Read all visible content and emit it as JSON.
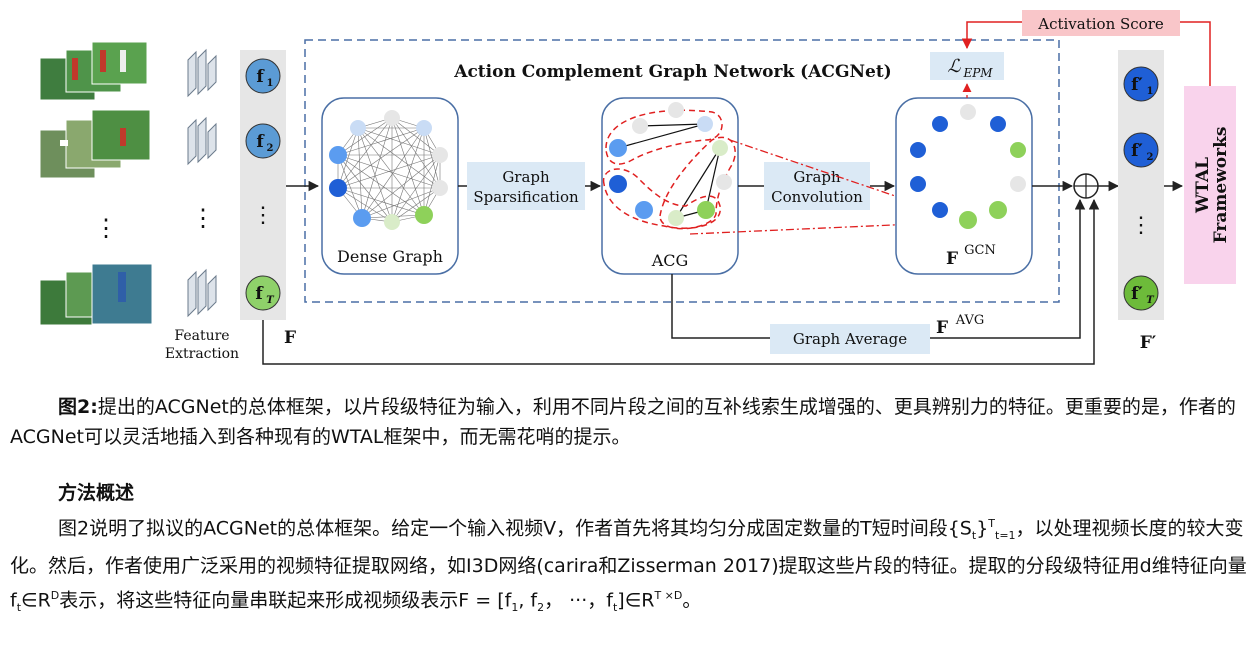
{
  "figure": {
    "title": "Action Complement Graph Network (ACGNet)",
    "feature_extraction": [
      "Feature",
      "Extraction"
    ],
    "features_in": [
      "f",
      "f",
      "⋮",
      "f"
    ],
    "features_in_subs": [
      "1",
      "2",
      "",
      "T"
    ],
    "f_label": "F",
    "dense_graph": "Dense Graph",
    "graph_sparsification": [
      "Graph",
      "Sparsification"
    ],
    "acg": "ACG",
    "graph_convolution": [
      "Graph",
      "Convolution"
    ],
    "fgcn_base": "F",
    "fgcn_sup": "GCN",
    "loss_base": "ℒ",
    "loss_sub": "EPM",
    "activation_score": "Activation Score",
    "graph_average": "Graph Average",
    "favg_base": "F",
    "favg_sup": "AVG",
    "features_out": [
      "f′",
      "f′",
      "⋮",
      "f′"
    ],
    "features_out_subs": [
      "1",
      "2",
      "",
      "T"
    ],
    "f_prime_label": "F′",
    "wtal": [
      "WTAL",
      "Frameworks"
    ],
    "colors": {
      "feature_blue": "#5b9bd5",
      "feature_green": "#8fd16a",
      "sparsify_box": "#dbe9f5",
      "activation_box": "#f9c6c9",
      "wtal_box": "#f9d3ec",
      "dash_red": "#e02020",
      "frame_dash": "#4a6fa5",
      "node_dark_blue": "#1f5fd6",
      "node_blue": "#5b9cf0",
      "node_green": "#8ed15a",
      "node_grey": "#e6e6e6"
    }
  },
  "caption": {
    "label": "图2:",
    "text": "提出的ACGNet的总体框架，以片段级特征为输入，利用不同片段之间的互补线索生成增强的、更具辨别力的特征。更重要的是，作者的ACGNet可以灵活地插入到各种现有的WTAL框架中，而无需花哨的提示。"
  },
  "section": {
    "heading": "方法概述",
    "p1_a": "图2说明了拟议的ACGNet的总体框架。给定一个输入视频V，作者首先将其均匀分成固定数量的T短时间段{S",
    "p1_sub": "t",
    "p1_b": "}",
    "p1_sup": "T",
    "p1_sub2": "t=1",
    "p1_c": "，以处理视频长度的较大变化。然后，作者使用广泛采用的视频特征提取网络，如I3D网络(carira和Zisserman 2017)提取这些片段的特征。提取的分段级特征用d维特征向量f",
    "p1_sub3": "t",
    "p1_d": "∈R",
    "p1_sup2": "D",
    "p1_e": "表示，将这些特征向量串联起来形成视频级表示F = [f",
    "p1_sub4": "1",
    "p1_f": ", f",
    "p1_sub5": "2",
    "p1_g": "，  ···，f",
    "p1_sub6": "t",
    "p1_h": "]∈R",
    "p1_sup3": "T ×D",
    "p1_i": "。"
  }
}
